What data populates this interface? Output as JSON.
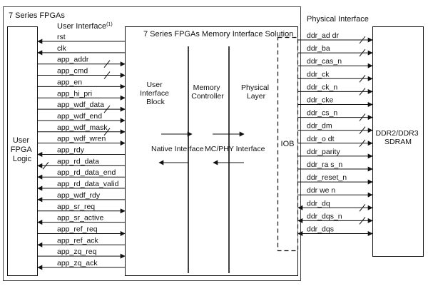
{
  "outer_title": "7 Series FPGAs",
  "user_interface_title": "User Interface",
  "user_interface_sup": "(1)",
  "solution_title": "7 Series FPGAs Memory Interface Solution",
  "physical_interface_title": "Physical Interface",
  "user_logic": [
    "User",
    "FPGA",
    "Logic"
  ],
  "ui_block": [
    "User",
    "Interface",
    "Block"
  ],
  "mem_ctrl": [
    "Memory",
    "Controller"
  ],
  "phy_layer": [
    "Physical",
    "Layer"
  ],
  "native_interface": "Native Interface",
  "mcphy_interface": "MC/PHY Interface",
  "iob": "IOB",
  "sdram": [
    "DDR2/DDR3",
    "SDRAM"
  ],
  "user_signals": [
    {
      "name": "rst",
      "dir": "left",
      "bus": false
    },
    {
      "name": "clk",
      "dir": "left",
      "bus": false
    },
    {
      "name": "app_addr",
      "dir": "right",
      "bus": true
    },
    {
      "name": "app_cmd",
      "dir": "right",
      "bus": true
    },
    {
      "name": "app_en",
      "dir": "right",
      "bus": false
    },
    {
      "name": "app_hi_pri",
      "dir": "right",
      "bus": false
    },
    {
      "name": "app_wdf_data",
      "dir": "right",
      "bus": true
    },
    {
      "name": "app_wdf_end",
      "dir": "right",
      "bus": false
    },
    {
      "name": "app_wdf_mask",
      "dir": "right",
      "bus": true
    },
    {
      "name": "app_wdf_wren",
      "dir": "right",
      "bus": false
    },
    {
      "name": "app_rdy",
      "dir": "left",
      "bus": false
    },
    {
      "name": "app_rd_data",
      "dir": "left",
      "bus": true
    },
    {
      "name": "app_rd_data_end",
      "dir": "left",
      "bus": false
    },
    {
      "name": "app_rd_data_valid",
      "dir": "left",
      "bus": false
    },
    {
      "name": "app_wdf_rdy",
      "dir": "left",
      "bus": false
    },
    {
      "name": "app_sr_req",
      "dir": "right",
      "bus": false
    },
    {
      "name": "app_sr_active",
      "dir": "left",
      "bus": false
    },
    {
      "name": "app_ref_req",
      "dir": "right",
      "bus": false
    },
    {
      "name": "app_ref_ack",
      "dir": "left",
      "bus": false
    },
    {
      "name": "app_zq_req",
      "dir": "right",
      "bus": false
    },
    {
      "name": "app_zq_ack",
      "dir": "left",
      "bus": false
    }
  ],
  "phy_signals": [
    {
      "name": "ddr_ad dr",
      "dir": "right",
      "bus": true
    },
    {
      "name": "ddr_ba",
      "dir": "right",
      "bus": true
    },
    {
      "name": "ddr_cas_n",
      "dir": "right",
      "bus": false
    },
    {
      "name": "ddr_ck",
      "dir": "right",
      "bus": true
    },
    {
      "name": "ddr_ck_n",
      "dir": "right",
      "bus": true
    },
    {
      "name": "ddr_cke",
      "dir": "right",
      "bus": false
    },
    {
      "name": "ddr_cs_n",
      "dir": "right",
      "bus": true
    },
    {
      "name": "ddr_dm",
      "dir": "right",
      "bus": true
    },
    {
      "name": "ddr_o dt",
      "dir": "right",
      "bus": true
    },
    {
      "name": "ddr_parity",
      "dir": "right",
      "bus": false
    },
    {
      "name": "ddr_ra s_n",
      "dir": "right",
      "bus": false
    },
    {
      "name": "ddr_reset_n",
      "dir": "right",
      "bus": false
    },
    {
      "name": "ddr we n",
      "dir": "right",
      "bus": false
    },
    {
      "name": "ddr_dq",
      "dir": "both",
      "bus": true
    },
    {
      "name": "ddr_dqs_n",
      "dir": "both",
      "bus": true
    },
    {
      "name": "ddr_dqs",
      "dir": "both",
      "bus": false
    }
  ]
}
